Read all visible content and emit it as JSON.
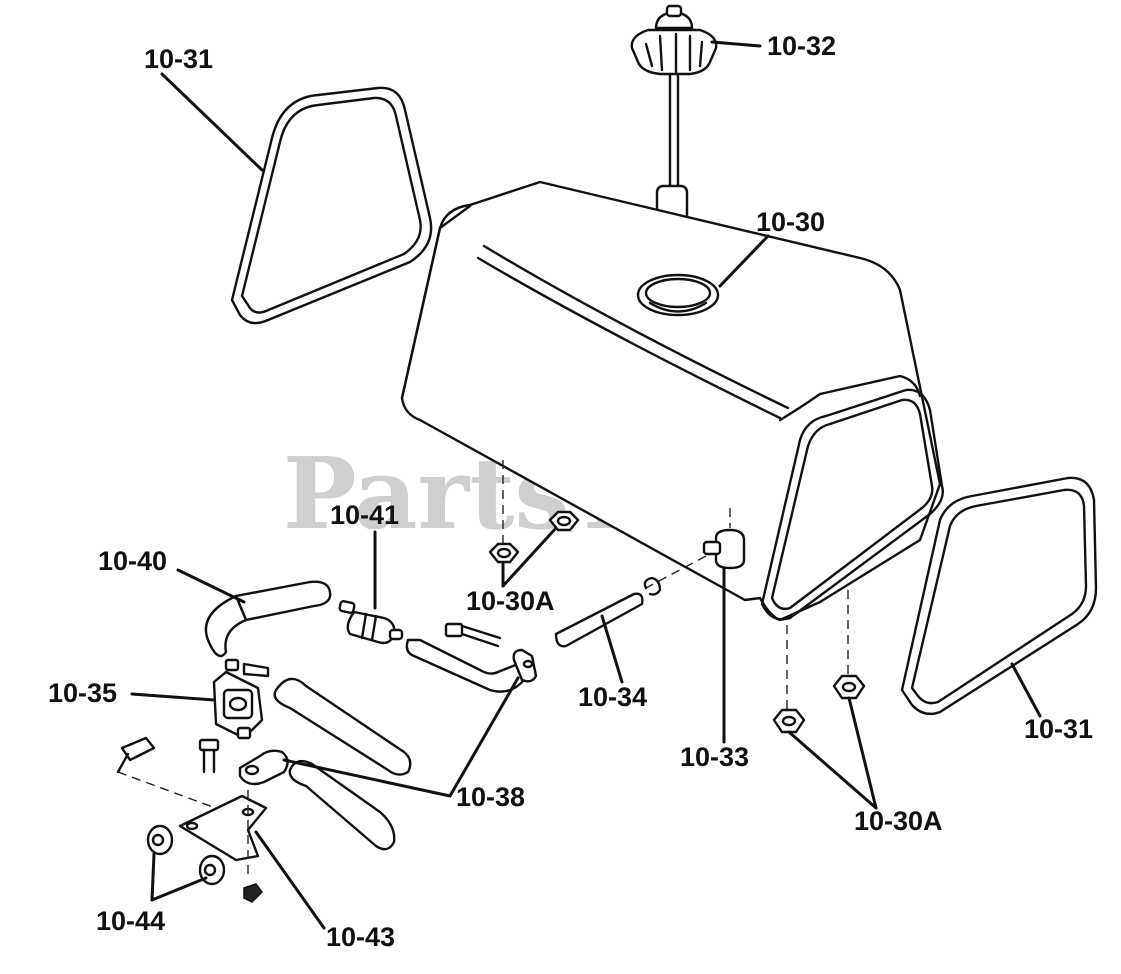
{
  "diagram": {
    "watermark": "PartsTree",
    "watermark_mark": "™",
    "callouts": [
      {
        "id": "lbl-10-31-top",
        "text": "10-31"
      },
      {
        "id": "lbl-10-32",
        "text": "10-32"
      },
      {
        "id": "lbl-10-30",
        "text": "10-30"
      },
      {
        "id": "lbl-10-41",
        "text": "10-41"
      },
      {
        "id": "lbl-10-40",
        "text": "10-40"
      },
      {
        "id": "lbl-10-30A-mid",
        "text": "10-30A"
      },
      {
        "id": "lbl-10-35",
        "text": "10-35"
      },
      {
        "id": "lbl-10-34",
        "text": "10-34"
      },
      {
        "id": "lbl-10-33",
        "text": "10-33"
      },
      {
        "id": "lbl-10-31-right",
        "text": "10-31"
      },
      {
        "id": "lbl-10-38",
        "text": "10-38"
      },
      {
        "id": "lbl-10-30A-bottom",
        "text": "10-30A"
      },
      {
        "id": "lbl-10-44",
        "text": "10-44"
      },
      {
        "id": "lbl-10-43",
        "text": "10-43"
      }
    ]
  }
}
